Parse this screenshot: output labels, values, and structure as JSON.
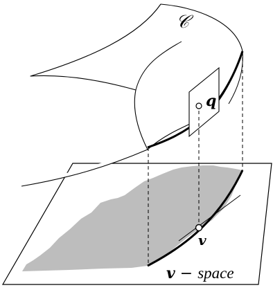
{
  "labels": {
    "curve_name": "𝒞",
    "point_q": "q",
    "point_v": "v",
    "space_v": "v",
    "space_dash": " − ",
    "space_word": "space"
  },
  "colors": {
    "stroke": "#000000",
    "shaded_region": "#bdbdbd",
    "background": "#ffffff"
  }
}
